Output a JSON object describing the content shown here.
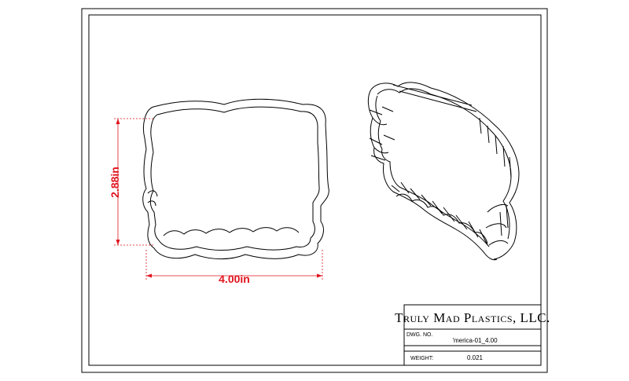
{
  "drawing": {
    "dimensions": {
      "width_label": "4.00in",
      "height_label": "2.88in",
      "color": "#e0141e"
    },
    "title_block": {
      "company": "Truly Mad Plastics, LLC.",
      "dwg_no_label": "DWG.  NO.",
      "dwg_no_value": "'merica-01_4.00",
      "weight_label": "WEIGHT:",
      "weight_value": "0.021"
    }
  }
}
